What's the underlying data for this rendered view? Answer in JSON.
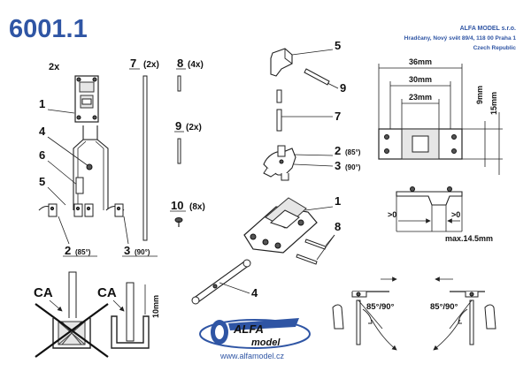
{
  "title": "6001.1",
  "company": {
    "name": "ALFA MODEL s.r.o.",
    "address": "Hradčany, Nový svět 89/4, 118 00 Praha 1",
    "country": "Czech Republic",
    "logo_text_top": "ALFA",
    "logo_text_bottom": "model",
    "website": "www.alfamodel.cz"
  },
  "parts": {
    "qty_2x": "2x",
    "p1": "1",
    "p2": "2",
    "p2_note": "(85°)",
    "p3": "3",
    "p3_note": "(90°)",
    "p4": "4",
    "p5": "5",
    "p6": "6",
    "p7": "7",
    "p7_note": "(2x)",
    "p8": "8",
    "p8_note": "(4x)",
    "p9": "9",
    "p9_note": "(2x)",
    "p10": "10",
    "p10_note": "(8x)"
  },
  "dimensions": {
    "d36": "36mm",
    "d30": "30mm",
    "d23": "23mm",
    "d9": "9mm",
    "d15": "15mm",
    "gt0_left": ">0",
    "gt0_right": ">0",
    "max": "max.14.5mm",
    "ten": "10mm"
  },
  "glue": {
    "ca_left": "CA",
    "ca_right": "CA"
  },
  "angles": {
    "left": "85°/90°",
    "right": "85°/90°"
  }
}
